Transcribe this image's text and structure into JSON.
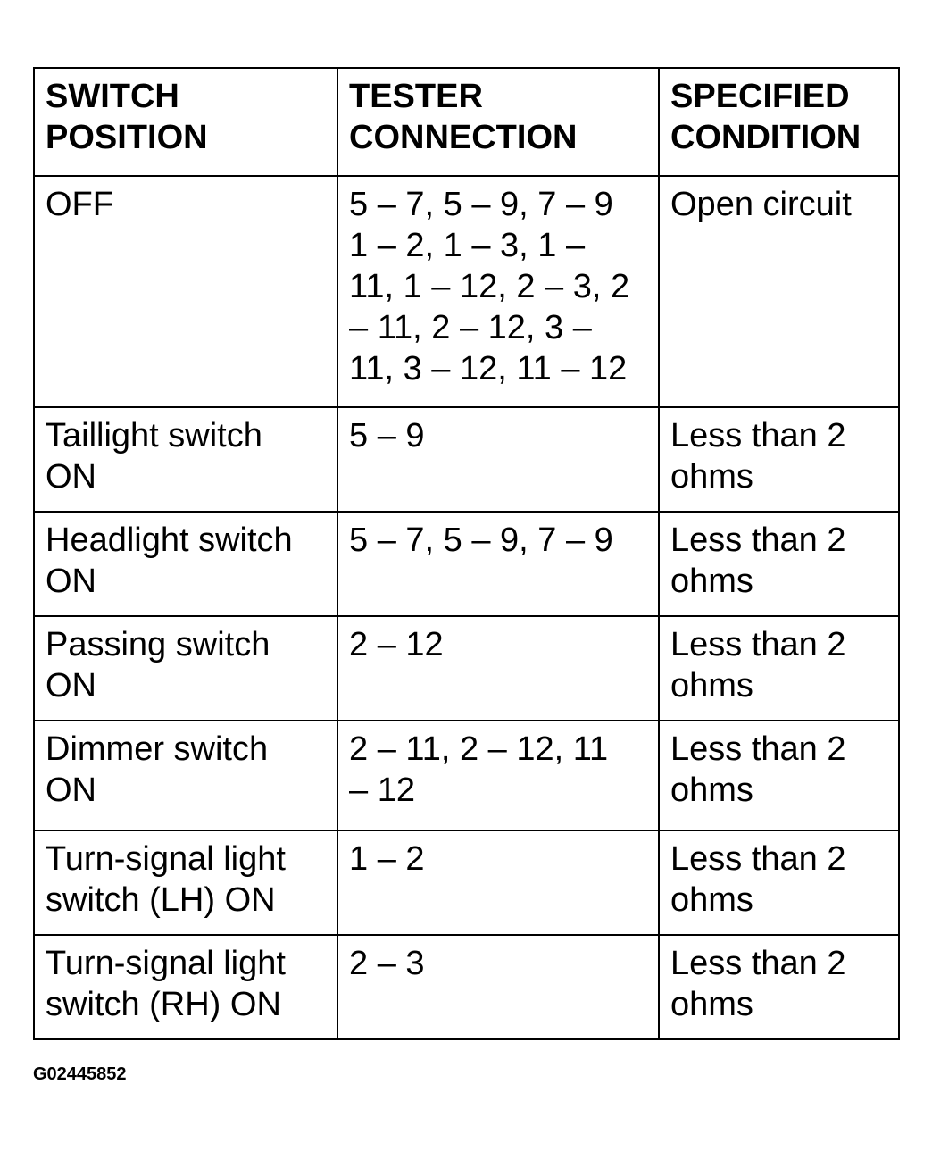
{
  "table": {
    "headers": [
      "SWITCH\nPOSITION",
      "TESTER\nCONNECTION",
      "SPECIFIED\nCONDITION"
    ],
    "rows": [
      {
        "switch_position": "OFF",
        "tester_connection": "5 – 7, 5 – 9, 7 – 9\n1 – 2, 1 – 3, 1 –\n11, 1 – 12, 2 – 3, 2\n– 11, 2 – 12, 3 –\n11, 3 – 12, 11 – 12",
        "specified_condition": "Open circuit"
      },
      {
        "switch_position": "Taillight switch\nON",
        "tester_connection": "5 – 9",
        "specified_condition": "Less than 2\nohms"
      },
      {
        "switch_position": "Headlight switch\nON",
        "tester_connection": "5 – 7, 5 – 9, 7 – 9",
        "specified_condition": "Less than 2\nohms"
      },
      {
        "switch_position": "Passing switch\nON",
        "tester_connection": "2 – 12",
        "specified_condition": "Less than 2\nohms"
      },
      {
        "switch_position": "Dimmer switch\nON",
        "tester_connection": "2 – 11, 2 – 12, 11\n– 12",
        "specified_condition": "Less than 2\nohms"
      },
      {
        "switch_position": "Turn-signal light\nswitch (LH) ON",
        "tester_connection": "1 – 2",
        "specified_condition": "Less than 2\nohms"
      },
      {
        "switch_position": "Turn-signal light\nswitch (RH) ON",
        "tester_connection": "2 – 3",
        "specified_condition": "Less than 2\nohms"
      }
    ]
  },
  "figure_id": "G02445852"
}
